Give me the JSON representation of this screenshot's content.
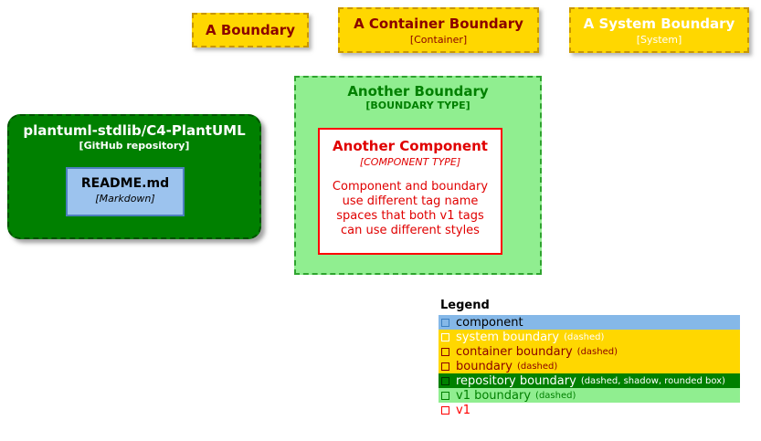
{
  "boundaries": {
    "a_boundary": {
      "title": "A Boundary"
    },
    "container_boundary": {
      "title": "A Container Boundary",
      "subtitle": "[Container]"
    },
    "system_boundary": {
      "title": "A System Boundary",
      "subtitle": "[System]"
    },
    "another_boundary": {
      "title": "Another Boundary",
      "subtitle": "[BOUNDARY TYPE]"
    }
  },
  "repository": {
    "title": "plantuml-stdlib/C4-PlantUML",
    "subtitle": "[GitHub repository]",
    "file": {
      "title": "README.md",
      "subtitle": "[Markdown]"
    }
  },
  "component": {
    "title": "Another Component",
    "subtitle": "[COMPONENT TYPE]",
    "body": "Component and boundary\nuse different tag name\nspaces that both v1 tags\ncan use different styles"
  },
  "legend": {
    "title": "Legend",
    "rows": [
      {
        "label": "component",
        "note": ""
      },
      {
        "label": "system boundary",
        "note": "(dashed)"
      },
      {
        "label": "container boundary",
        "note": "(dashed)"
      },
      {
        "label": "boundary",
        "note": "(dashed)"
      },
      {
        "label": "repository boundary",
        "note": "(dashed, shadow, rounded box)"
      },
      {
        "label": "v1 boundary",
        "note": "(dashed)"
      },
      {
        "label": "v1",
        "note": ""
      }
    ]
  },
  "colors": {
    "boundary_fill": "#FFD700",
    "boundary_border": "#C99700",
    "boundary_text": "#8B0000",
    "system_boundary_text": "#FFFFFF",
    "green_boundary_fill": "#90EE90",
    "green_boundary_text": "#008000",
    "repository_fill": "#008000",
    "repository_text": "#FFFFFF",
    "component_fill": "#9CC3EE",
    "component_border": "#4C7FBE",
    "component_legend_fill": "#85B8E8",
    "red_text": "#E00000",
    "background": "#FFFFFF"
  }
}
